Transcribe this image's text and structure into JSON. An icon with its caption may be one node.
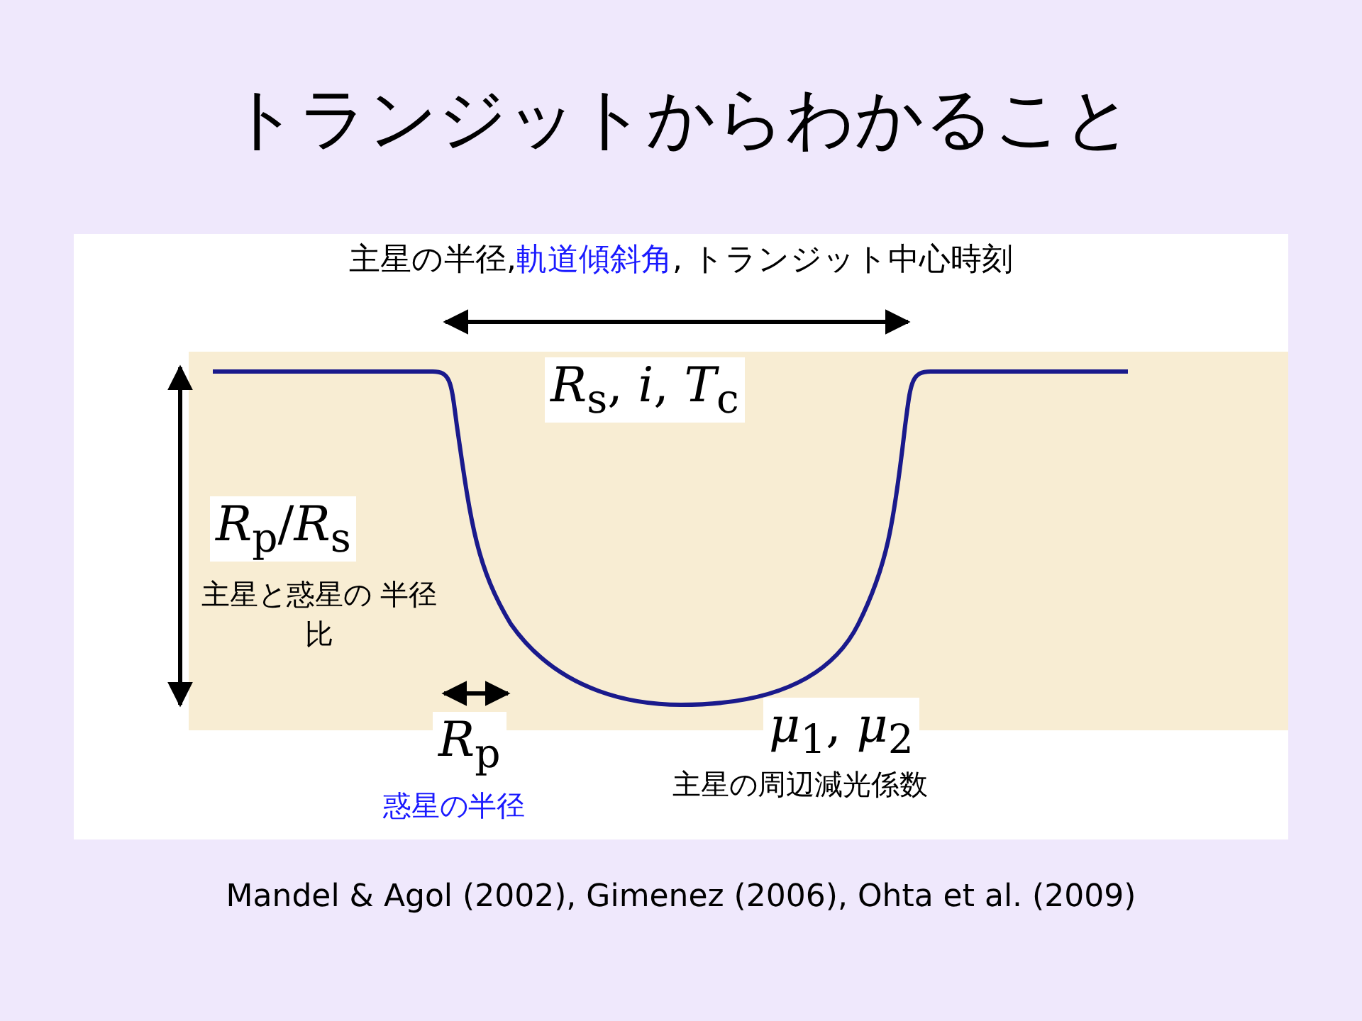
{
  "diagram": {
    "title": "トランジットからわかること",
    "labels": [
      "主星の半径,",
      "軌道傾斜角",
      ", トランジット中心時刻",
      "*R*$_{s}$,  *i*,  *T*$_{c}$",
      "*R*$_{p}$/*R*$_{s}$",
      "主星と惑星の 半径比",
      "*R*$_{p}$",
      "惑星の半径",
      "*μ*$_{1}$, *μ*$_{2}$",
      "主星の周辺減光係数",
      "Mandel & Agol (2002), Gimenez (2006), Ohta et al. (2009)"
    ]
  }
}
